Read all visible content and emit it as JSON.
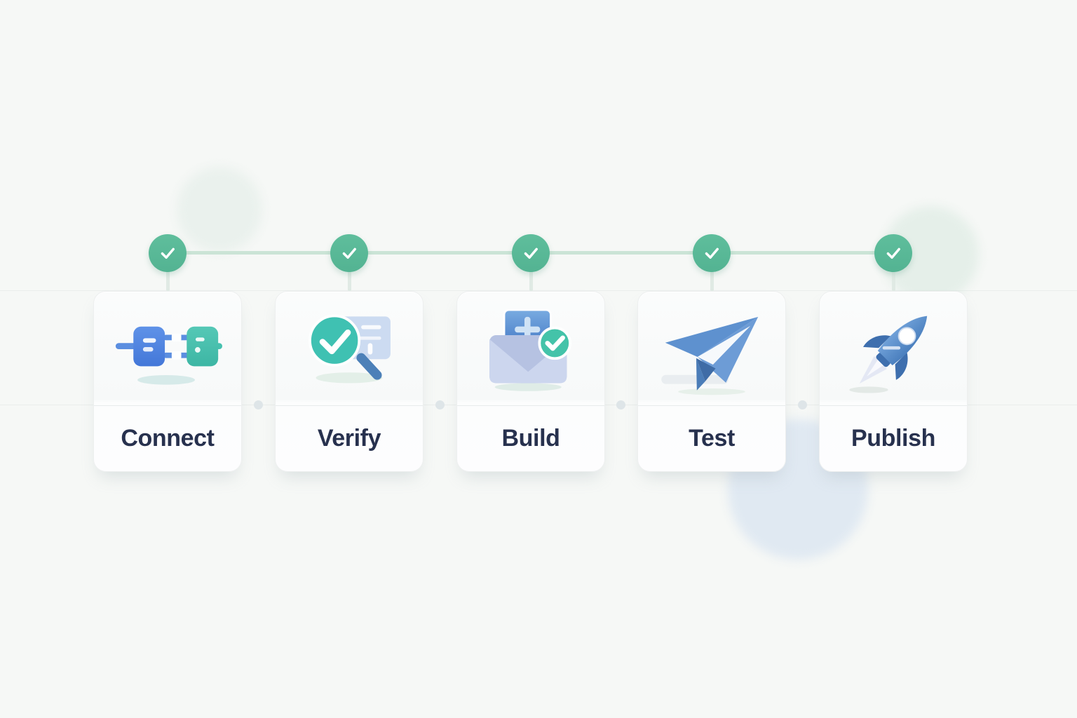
{
  "theme": {
    "page_bg": "#f6f8f6",
    "accent_green": "#53b392",
    "connector_green": "#cbe4d6",
    "stub_green": "#e0eae4",
    "label_color": "#27314e",
    "divider_color": "#e8ebec"
  },
  "workflow": {
    "checkmark_symbol": "✓",
    "steps": [
      {
        "label": "Connect",
        "icon": "plug-connection-icon",
        "status": "completed"
      },
      {
        "label": "Verify",
        "icon": "magnifier-check-icon",
        "status": "completed"
      },
      {
        "label": "Build",
        "icon": "envelope-plus-check-icon",
        "status": "completed"
      },
      {
        "label": "Test",
        "icon": "paper-plane-icon",
        "status": "completed"
      },
      {
        "label": "Publish",
        "icon": "rocket-icon",
        "status": "completed"
      }
    ]
  }
}
